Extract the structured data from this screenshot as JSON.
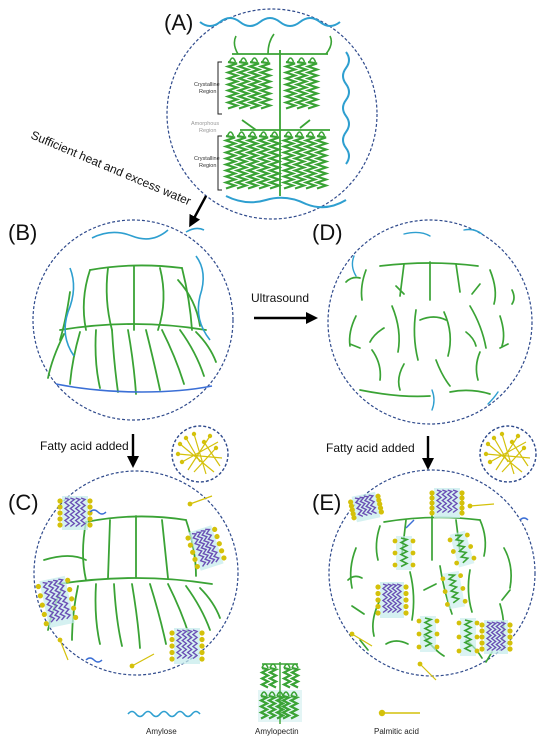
{
  "panels": {
    "a": "(A)",
    "b": "(B)",
    "c": "(C)",
    "d": "(D)",
    "e": "(E)"
  },
  "labels": {
    "crystalline_top": [
      "Crystalline",
      "Region"
    ],
    "amorphous": [
      "Amorphous",
      "Region"
    ],
    "crystalline_bottom": [
      "Crystalline",
      "Region"
    ]
  },
  "arrows": {
    "heat_water": "Sufficient heat and excess water",
    "ultrasound": "Ultrasound",
    "fatty_acid_left": "Fatty acid added",
    "fatty_acid_right": "Fatty acid added"
  },
  "legend": {
    "amylose": "Amylose",
    "amylopectin": "Amylopectin",
    "palmitic": "Palmitic acid"
  },
  "colors": {
    "amylose": "#2e9fd0",
    "amylopectin": "#3aa335",
    "palmitic": "#d4c10a",
    "circle": "#2f4a8c",
    "complex_bg": "#c7ecec",
    "helix": "#6a4fb5"
  }
}
